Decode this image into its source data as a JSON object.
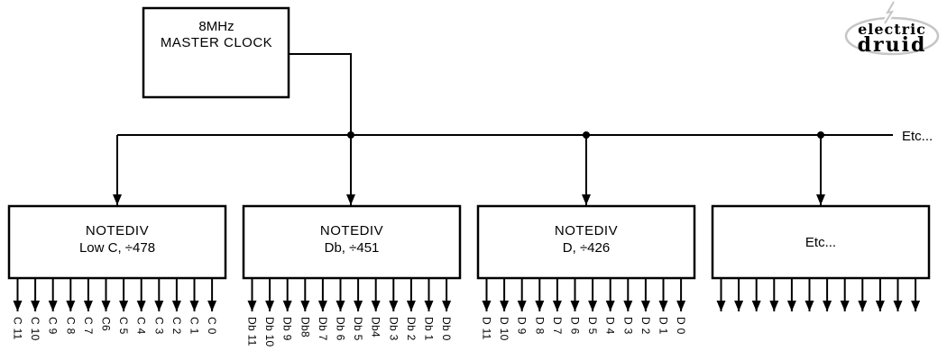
{
  "logo": {
    "word1": "electric",
    "word2": "druid",
    "icon": "lightning-bolt-icon",
    "color": "#c6c6c6"
  },
  "master_clock": {
    "line1": "8MHz",
    "line2": "MASTER CLOCK"
  },
  "bus": {
    "etc_label": "Etc..."
  },
  "dividers": [
    {
      "title": "NOTEDIV",
      "subtitle": "Low C, ÷478",
      "outputs": [
        "C 11",
        "C 10",
        "C 9",
        "C 8",
        "C 7",
        "C6",
        "C 5",
        "C 4",
        "C 3",
        "C 2",
        "C 1",
        "C 0"
      ]
    },
    {
      "title": "NOTEDIV",
      "subtitle": "Db, ÷451",
      "outputs": [
        "Db 11",
        "Db 10",
        "Db 9",
        "Db8",
        "Db 7",
        "Db 6",
        "Db 5",
        "Db4",
        "Db 3",
        "Db 2",
        "Db 1",
        "Db 0"
      ]
    },
    {
      "title": "NOTEDIV",
      "subtitle": "D, ÷426",
      "outputs": [
        "D 11",
        "D 10",
        "D 9",
        "D 8",
        "D 7",
        "D 6",
        "D 5",
        "D 4",
        "D 3",
        "D 2",
        "D 1",
        "D 0"
      ]
    },
    {
      "title": "Etc...",
      "subtitle": "",
      "outputs": [
        "",
        "",
        "",
        "",
        "",
        "",
        "",
        "",
        "",
        "",
        "",
        ""
      ]
    }
  ],
  "colors": {
    "line": "#000000",
    "background": "#ffffff",
    "logo": "#c6c6c6"
  }
}
